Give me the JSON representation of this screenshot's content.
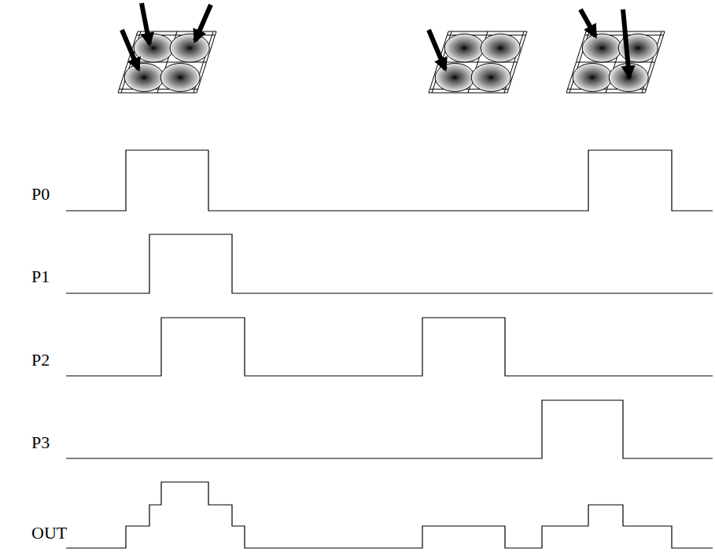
{
  "diagram": {
    "labels": [
      "P0",
      "P1",
      "P2",
      "P3",
      "OUT"
    ]
  }
}
